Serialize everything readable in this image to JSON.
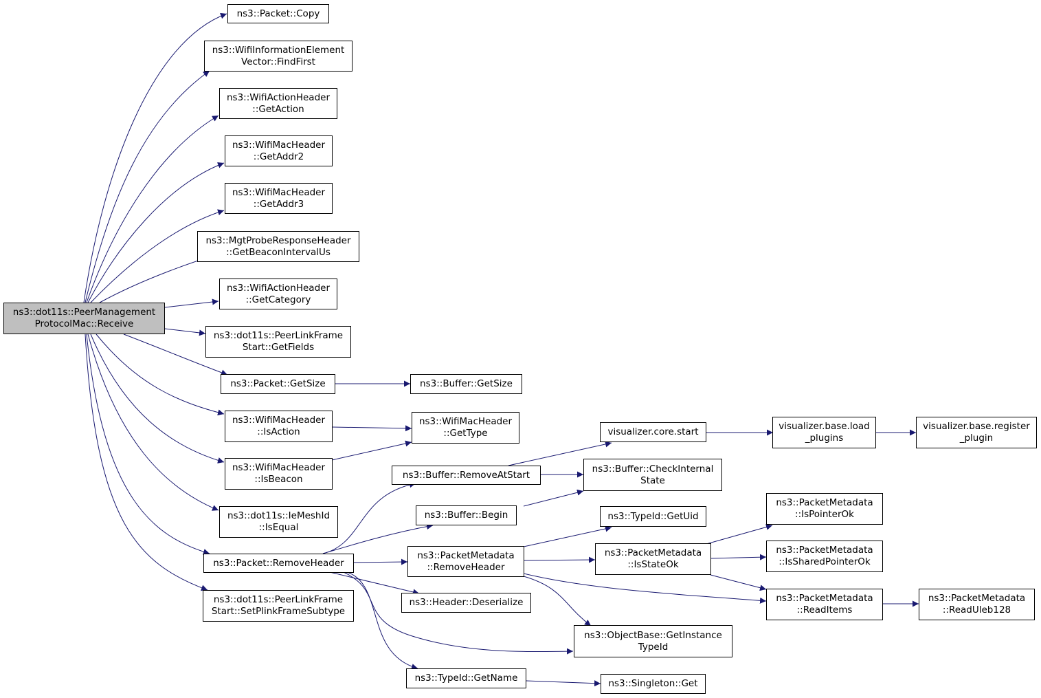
{
  "root": {
    "line1": "ns3::dot11s::PeerManagement",
    "line2": "ProtocolMac::Receive"
  },
  "nodes": {
    "packet_copy": {
      "line1": "ns3::Packet::Copy",
      "line2": ""
    },
    "findfirst": {
      "line1": "ns3::WifiInformationElement",
      "line2": "Vector::FindFirst"
    },
    "getaction": {
      "line1": "ns3::WifiActionHeader",
      "line2": "::GetAction"
    },
    "getaddr2": {
      "line1": "ns3::WifiMacHeader",
      "line2": "::GetAddr2"
    },
    "getaddr3": {
      "line1": "ns3::WifiMacHeader",
      "line2": "::GetAddr3"
    },
    "getbeacon": {
      "line1": "ns3::MgtProbeResponseHeader",
      "line2": "::GetBeaconIntervalUs"
    },
    "getcategory": {
      "line1": "ns3::WifiActionHeader",
      "line2": "::GetCategory"
    },
    "getfields": {
      "line1": "ns3::dot11s::PeerLinkFrame",
      "line2": "Start::GetFields"
    },
    "packet_getsize": {
      "line1": "ns3::Packet::GetSize",
      "line2": ""
    },
    "buffer_getsize": {
      "line1": "ns3::Buffer::GetSize",
      "line2": ""
    },
    "isaction": {
      "line1": "ns3::WifiMacHeader",
      "line2": "::IsAction"
    },
    "gettype": {
      "line1": "ns3::WifiMacHeader",
      "line2": "::GetType"
    },
    "isbeacon": {
      "line1": "ns3::WifiMacHeader",
      "line2": "::IsBeacon"
    },
    "isequal": {
      "line1": "ns3::dot11s::IeMeshId",
      "line2": "::IsEqual"
    },
    "removeheader": {
      "line1": "ns3::Packet::RemoveHeader",
      "line2": ""
    },
    "setplink": {
      "line1": "ns3::dot11s::PeerLinkFrame",
      "line2": "Start::SetPlinkFrameSubtype"
    },
    "removeatstart": {
      "line1": "ns3::Buffer::RemoveAtStart",
      "line2": ""
    },
    "begin": {
      "line1": "ns3::Buffer::Begin",
      "line2": ""
    },
    "pm_removeheader": {
      "line1": "ns3::PacketMetadata",
      "line2": "::RemoveHeader"
    },
    "deserialize": {
      "line1": "ns3::Header::Deserialize",
      "line2": ""
    },
    "getname": {
      "line1": "ns3::TypeId::GetName",
      "line2": ""
    },
    "core_start": {
      "line1": "visualizer.core.start",
      "line2": ""
    },
    "checkinternal": {
      "line1": "ns3::Buffer::CheckInternal",
      "line2": "State"
    },
    "getuid": {
      "line1": "ns3::TypeId::GetUid",
      "line2": ""
    },
    "isstateok": {
      "line1": "ns3::PacketMetadata",
      "line2": "::IsStateOk"
    },
    "getinstancetypeid": {
      "line1": "ns3::ObjectBase::GetInstance",
      "line2": "TypeId"
    },
    "singleton_get": {
      "line1": "ns3::Singleton::Get",
      "line2": ""
    },
    "load_plugins": {
      "line1": "visualizer.base.load",
      "line2": "_plugins"
    },
    "ispointerok": {
      "line1": "ns3::PacketMetadata",
      "line2": "::IsPointerOk"
    },
    "issharedpointerok": {
      "line1": "ns3::PacketMetadata",
      "line2": "::IsSharedPointerOk"
    },
    "readitems": {
      "line1": "ns3::PacketMetadata",
      "line2": "::ReadItems"
    },
    "register_plugin": {
      "line1": "visualizer.base.register",
      "line2": "_plugin"
    },
    "readuleb128": {
      "line1": "ns3::PacketMetadata",
      "line2": "::ReadUleb128"
    }
  },
  "colors": {
    "edge": "#191970",
    "root_fill": "#bfbfbf",
    "node_fill": "#ffffff",
    "border": "#000000"
  }
}
